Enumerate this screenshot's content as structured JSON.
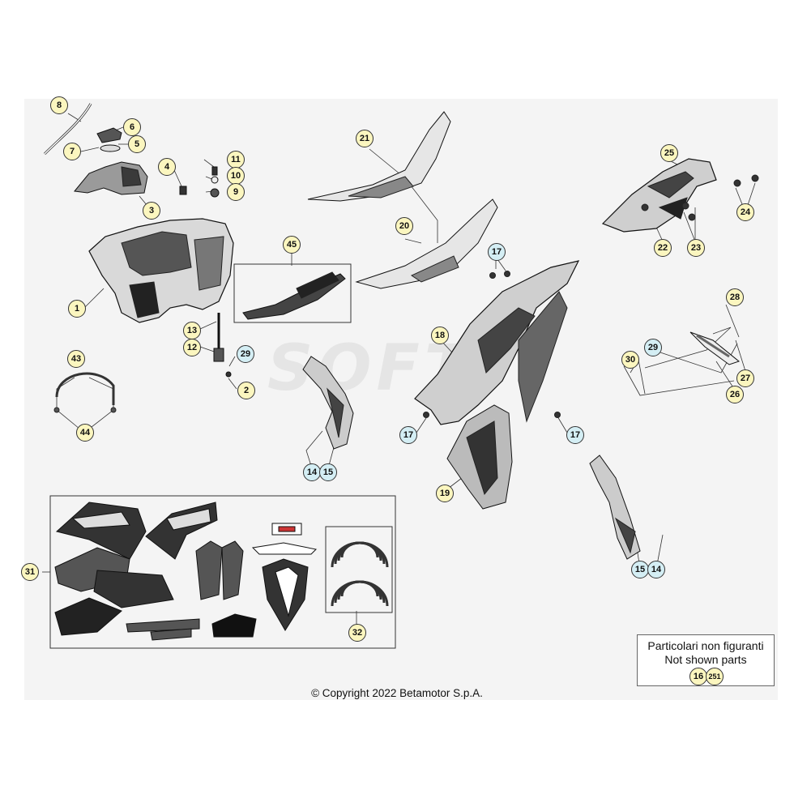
{
  "diagram": {
    "callouts": [
      {
        "id": "c8",
        "label": "8",
        "style": "yellow"
      },
      {
        "id": "c6",
        "label": "6",
        "style": "yellow"
      },
      {
        "id": "c7",
        "label": "7",
        "style": "yellow"
      },
      {
        "id": "c5",
        "label": "5",
        "style": "yellow"
      },
      {
        "id": "c3",
        "label": "3",
        "style": "yellow"
      },
      {
        "id": "c4",
        "label": "4",
        "style": "yellow"
      },
      {
        "id": "c11",
        "label": "11",
        "style": "yellow"
      },
      {
        "id": "c10",
        "label": "10",
        "style": "yellow"
      },
      {
        "id": "c9",
        "label": "9",
        "style": "yellow"
      },
      {
        "id": "c1",
        "label": "1",
        "style": "yellow"
      },
      {
        "id": "c13",
        "label": "13",
        "style": "yellow"
      },
      {
        "id": "c12",
        "label": "12",
        "style": "yellow"
      },
      {
        "id": "c29a",
        "label": "29",
        "style": "blue"
      },
      {
        "id": "c2",
        "label": "2",
        "style": "yellow"
      },
      {
        "id": "c43",
        "label": "43",
        "style": "yellow"
      },
      {
        "id": "c44",
        "label": "44",
        "style": "yellow"
      },
      {
        "id": "c45",
        "label": "45",
        "style": "yellow"
      },
      {
        "id": "c21",
        "label": "21",
        "style": "yellow"
      },
      {
        "id": "c20",
        "label": "20",
        "style": "yellow"
      },
      {
        "id": "c17a",
        "label": "17",
        "style": "blue"
      },
      {
        "id": "c18",
        "label": "18",
        "style": "yellow"
      },
      {
        "id": "c17b",
        "label": "17",
        "style": "blue"
      },
      {
        "id": "c17c",
        "label": "17",
        "style": "blue"
      },
      {
        "id": "c19",
        "label": "19",
        "style": "yellow"
      },
      {
        "id": "c14a",
        "label": "14",
        "style": "blue"
      },
      {
        "id": "c15a",
        "label": "15",
        "style": "blue"
      },
      {
        "id": "c25",
        "label": "25",
        "style": "yellow"
      },
      {
        "id": "c24",
        "label": "24",
        "style": "yellow"
      },
      {
        "id": "c22",
        "label": "22",
        "style": "yellow"
      },
      {
        "id": "c23",
        "label": "23",
        "style": "yellow"
      },
      {
        "id": "c28",
        "label": "28",
        "style": "yellow"
      },
      {
        "id": "c29b",
        "label": "29",
        "style": "blue"
      },
      {
        "id": "c30",
        "label": "30",
        "style": "yellow"
      },
      {
        "id": "c27",
        "label": "27",
        "style": "yellow"
      },
      {
        "id": "c26",
        "label": "26",
        "style": "yellow"
      },
      {
        "id": "c15b",
        "label": "15",
        "style": "blue"
      },
      {
        "id": "c14b",
        "label": "14",
        "style": "blue"
      },
      {
        "id": "c31",
        "label": "31",
        "style": "yellow"
      },
      {
        "id": "c32",
        "label": "32",
        "style": "yellow"
      },
      {
        "id": "c16",
        "label": "16",
        "style": "yellow"
      },
      {
        "id": "c251",
        "label": "251",
        "style": "yellow"
      }
    ],
    "not_shown_box": {
      "line1": "Particolari non figuranti",
      "line2": "Not shown parts"
    },
    "copyright": "© Copyright 2022 Betamotor S.p.A.",
    "colors": {
      "callout_fill": "#fbf6bf",
      "callout_fill_blue": "#d4eef4",
      "line": "#222222",
      "sheet": "#f4f4f4"
    }
  }
}
